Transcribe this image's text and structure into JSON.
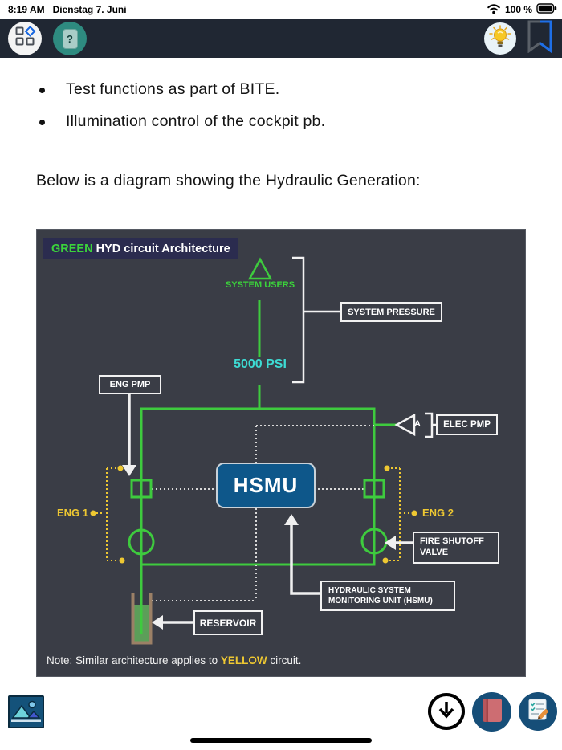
{
  "status_bar": {
    "time": "8:19 AM",
    "date": "Dienstag 7. Juni",
    "battery_percent": "100 %"
  },
  "nav_bar": {
    "help_glyph": "?"
  },
  "content": {
    "bullets": [
      "Test functions as part of BITE.",
      "Illumination control of the cockpit pb."
    ],
    "intro": "Below is a diagram showing the Hydraulic Generation:"
  },
  "diagram": {
    "title_highlight": "GREEN",
    "title_rest": " HYD circuit Architecture",
    "system_users": "SYSTEM USERS",
    "pressure_value": "5000 PSI",
    "system_pressure": "SYSTEM PRESSURE",
    "eng_pmp": "ENG PMP",
    "elec_pmp": "ELEC PMP",
    "elec_pmp_prefix": "A",
    "hsmu": "HSMU",
    "eng1": "ENG 1",
    "eng2": "ENG 2",
    "fire_shutoff_line1": "FIRE SHUTOFF",
    "fire_shutoff_line2": "VALVE",
    "hsmu_label_line1": "HYDRAULIC SYSTEM",
    "hsmu_label_line2": "MONITORING UNIT (HSMU)",
    "reservoir": "RESERVOIR",
    "note_prefix": "Note: Similar architecture applies to ",
    "note_highlight": "YELLOW",
    "note_suffix": " circuit.",
    "colors": {
      "line_green": "#3ecb3e",
      "text_green": "#3bd33b",
      "cyan": "#3ddbd3",
      "yellow": "#eec832",
      "hsmu_blue": "#0e578a",
      "background": "#3a3d46",
      "title_background": "#2b2c4f"
    }
  },
  "footer_icons": {
    "image": "image-thumbnail",
    "download": "download-arrow",
    "book": "red-book",
    "notes": "notes-pencil"
  }
}
